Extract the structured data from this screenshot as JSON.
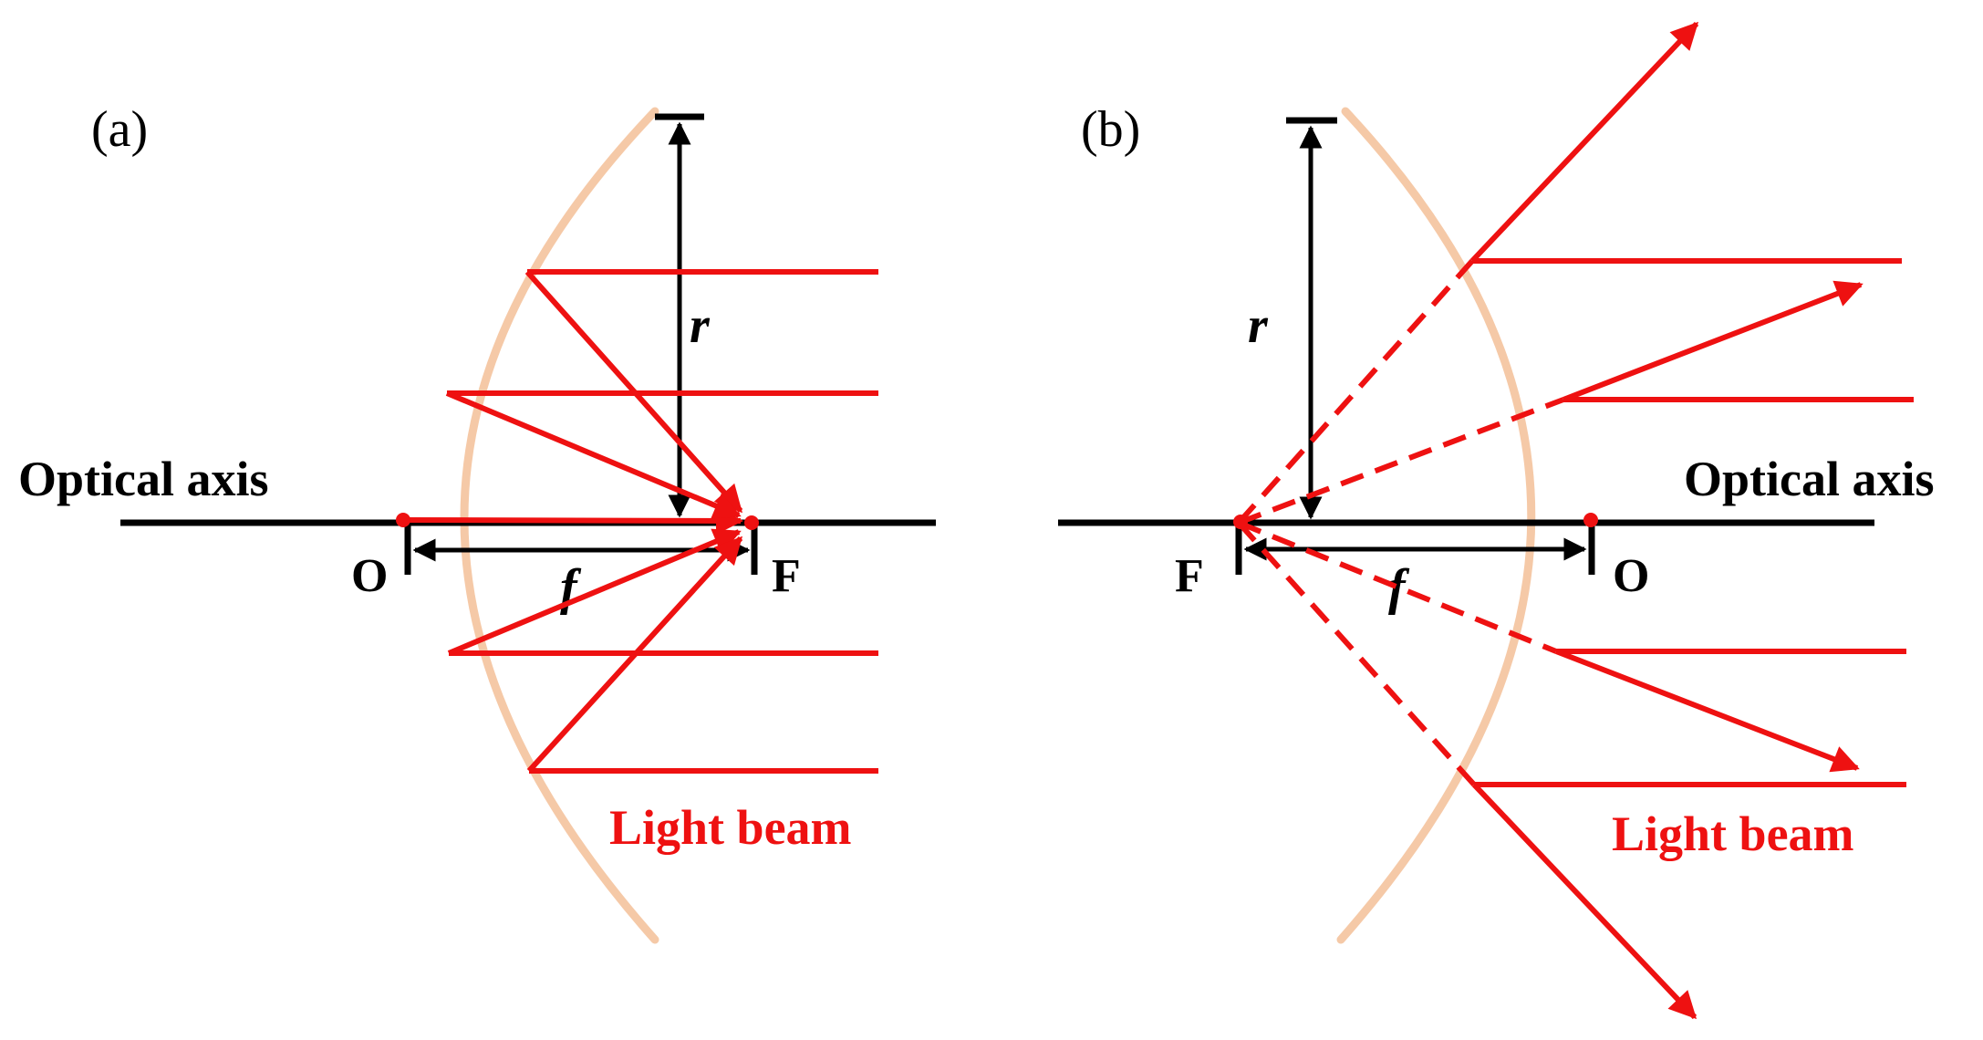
{
  "colors": {
    "beam": "#ee1111",
    "mirror": "#f5c9a7",
    "ink": "#000000"
  },
  "panel_a": {
    "label": "(a)",
    "axis_label": "Optical axis",
    "vertex_label": "O",
    "focus_label": "F",
    "radius_label": "r",
    "focal_label": "f",
    "beam_label": "Light beam"
  },
  "panel_b": {
    "label": "(b)",
    "axis_label": "Optical axis",
    "vertex_label": "O",
    "focus_label": "F",
    "radius_label": "r",
    "focal_label": "f",
    "beam_label": "Light beam"
  }
}
